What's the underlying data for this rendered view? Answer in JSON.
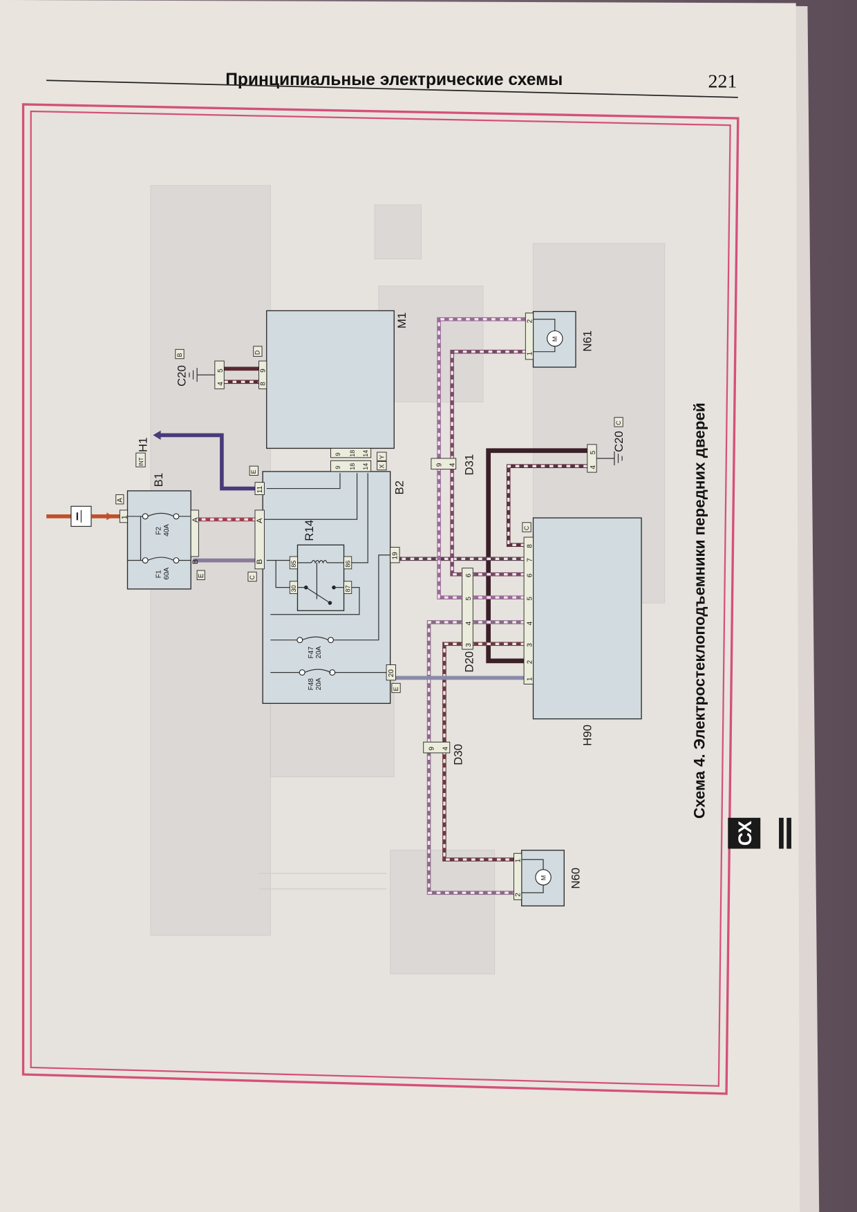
{
  "header": {
    "title": "Принципиальные электрические схемы",
    "page_number": "221"
  },
  "caption": "Схема 4. Электростеклоподъемники передних дверей",
  "section_tab": "СХ",
  "components": {
    "m1": "M1",
    "b1": "B1",
    "b2": "B2",
    "r14": "R14",
    "h90": "H90",
    "n61": "N61",
    "n60": "N60",
    "h1": "H1",
    "int": "INT",
    "c20_top": "C20",
    "c20_right": "C20",
    "d31": "D31",
    "d30": "D30",
    "d20": "D20"
  },
  "fuses": {
    "f1": {
      "name": "F1",
      "rating": "60A"
    },
    "f2": {
      "name": "F2",
      "rating": "40A"
    },
    "f47": {
      "name": "F47",
      "rating": "20A"
    },
    "f48": {
      "name": "F48",
      "rating": "20A"
    }
  },
  "connectors": {
    "b1_in": "A",
    "b1_out_a": "A",
    "b1_out_b": "B",
    "b1_e": "E",
    "b2_e_top": "E",
    "b2_a": "A",
    "b2_b": "B",
    "b2_c": "C",
    "b2_e_bottom": "E",
    "m1_d": "D",
    "c20_top_box": "B",
    "x": "X",
    "y": "Y",
    "h90_c": "C",
    "c20_right_box": "C"
  },
  "pins": {
    "b1": [
      "1"
    ],
    "b2_left": [
      "11"
    ],
    "b2_right": [
      "19",
      "20"
    ],
    "m1_left": [
      "9",
      "8"
    ],
    "c20_top": [
      "5",
      "4"
    ],
    "m1_bottom": [
      "9",
      "18",
      "14"
    ],
    "b2_top": [
      "9",
      "18",
      "14"
    ],
    "r14": [
      "85",
      "86",
      "30",
      "87"
    ],
    "h90": [
      "8",
      "7",
      "6",
      "5",
      "4",
      "3",
      "2",
      "1"
    ],
    "d20": [
      "6",
      "5",
      "4",
      "3"
    ],
    "d31": [
      "9",
      "4"
    ],
    "d30": [
      "9",
      "4"
    ],
    "c20_right": [
      "5",
      "4"
    ],
    "n61": [
      "2",
      "1"
    ],
    "n60": [
      "1",
      "2"
    ],
    "motor": "M"
  },
  "colors": {
    "frame": "#d4507a",
    "paper": "#e9e4de",
    "box": "#d2dce0"
  }
}
